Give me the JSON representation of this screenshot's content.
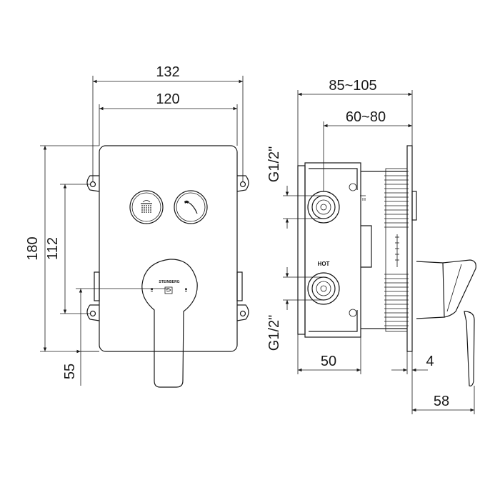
{
  "front_view": {
    "dim_width_outer": "132",
    "dim_width_inner": "120",
    "dim_height_total": "180",
    "dim_height_mount": "112",
    "dim_bottom_offset": "55",
    "brand": "STEINBERG",
    "buttons": [
      {
        "icon": "shower-head-icon"
      },
      {
        "icon": "hand-shower-icon"
      }
    ]
  },
  "side_view": {
    "dim_depth_range": "85~105",
    "dim_depth_range_inner": "60~80",
    "thread_top": "G1/2\"",
    "thread_bottom": "G1/2\"",
    "hot_label": "HOT",
    "dim_body_depth": "50",
    "dim_plate_thickness": "4",
    "dim_handle_depth": "58"
  }
}
